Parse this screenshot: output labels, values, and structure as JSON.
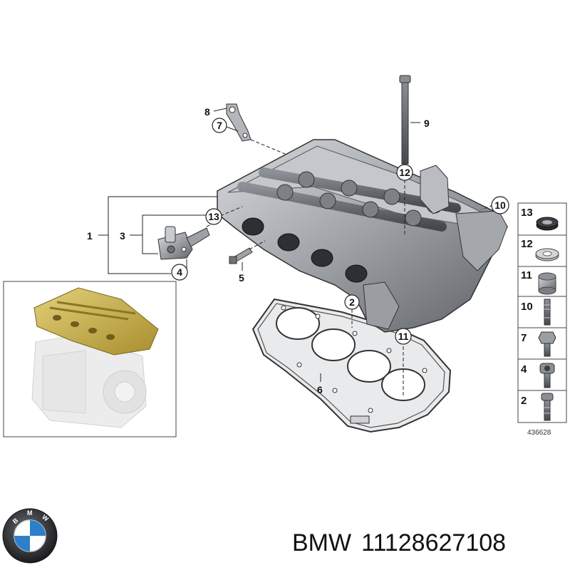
{
  "callouts": {
    "c1": "1",
    "c2": "2",
    "c3": "3",
    "c4": "4",
    "c5": "5",
    "c6": "6",
    "c7": "7",
    "c8": "8",
    "c9": "9",
    "c10": "10",
    "c11": "11",
    "c12": "12",
    "c13": "13"
  },
  "legend": {
    "items": [
      {
        "number": "13",
        "part": "seal-ring"
      },
      {
        "number": "12",
        "part": "washer"
      },
      {
        "number": "11",
        "part": "dowel-sleeve"
      },
      {
        "number": "10",
        "part": "stud-bolt"
      },
      {
        "number": "7",
        "part": "hex-bolt"
      },
      {
        "number": "4",
        "part": "socket-head-screw"
      },
      {
        "number": "2",
        "part": "torx-screw"
      }
    ],
    "figure_number": "436628"
  },
  "brand": {
    "name": "BMW",
    "part_number": "11128627108",
    "logo_letters": "BMW"
  },
  "colors": {
    "logo_blue": "#2e7fc9",
    "engine_highlight": "#c9b14a",
    "line": "#222222"
  }
}
